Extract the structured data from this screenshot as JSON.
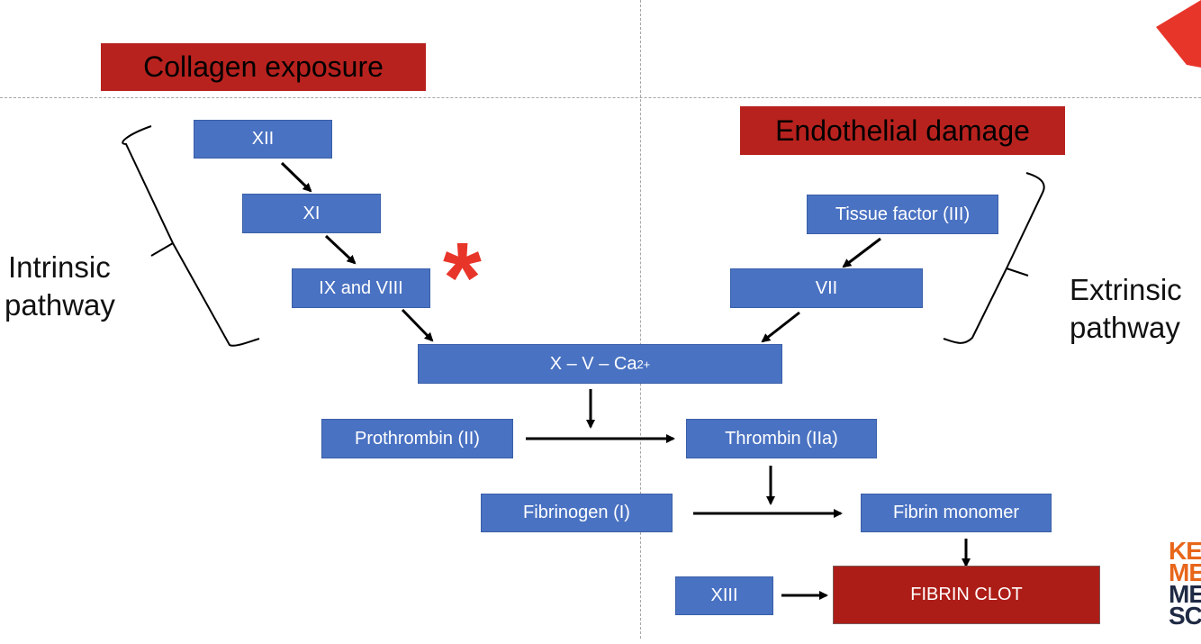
{
  "triggers": {
    "intrinsic": "Collagen exposure",
    "extrinsic": "Endothelial damage"
  },
  "pathway_labels": {
    "intrinsic": [
      "Intrinsic",
      "pathway"
    ],
    "extrinsic": [
      "Extrinsic",
      "pathway"
    ]
  },
  "factors": {
    "xii": "XII",
    "xi": "XI",
    "ix_viii": "IX and VIII",
    "tissue_factor": "Tissue factor (III)",
    "vii": "VII",
    "complex_base": "X – V – Ca",
    "complex_sup": "2+",
    "prothrombin": "Prothrombin (II)",
    "thrombin": "Thrombin (IIa)",
    "fibrinogen": "Fibrinogen (I)",
    "fibrin_monomer": "Fibrin monomer",
    "xiii": "XIII",
    "clot": "FIBRIN CLOT"
  },
  "marker": "*",
  "logo": [
    "KE",
    "ME",
    "ME",
    "SC"
  ],
  "colors": {
    "trigger_red": "#b8221e",
    "factor_blue": "#4a72c2",
    "clot_red": "#ad1d17",
    "asterisk": "#e8352a",
    "logo_orange": "#e8661a",
    "logo_dark": "#1f2a44"
  }
}
